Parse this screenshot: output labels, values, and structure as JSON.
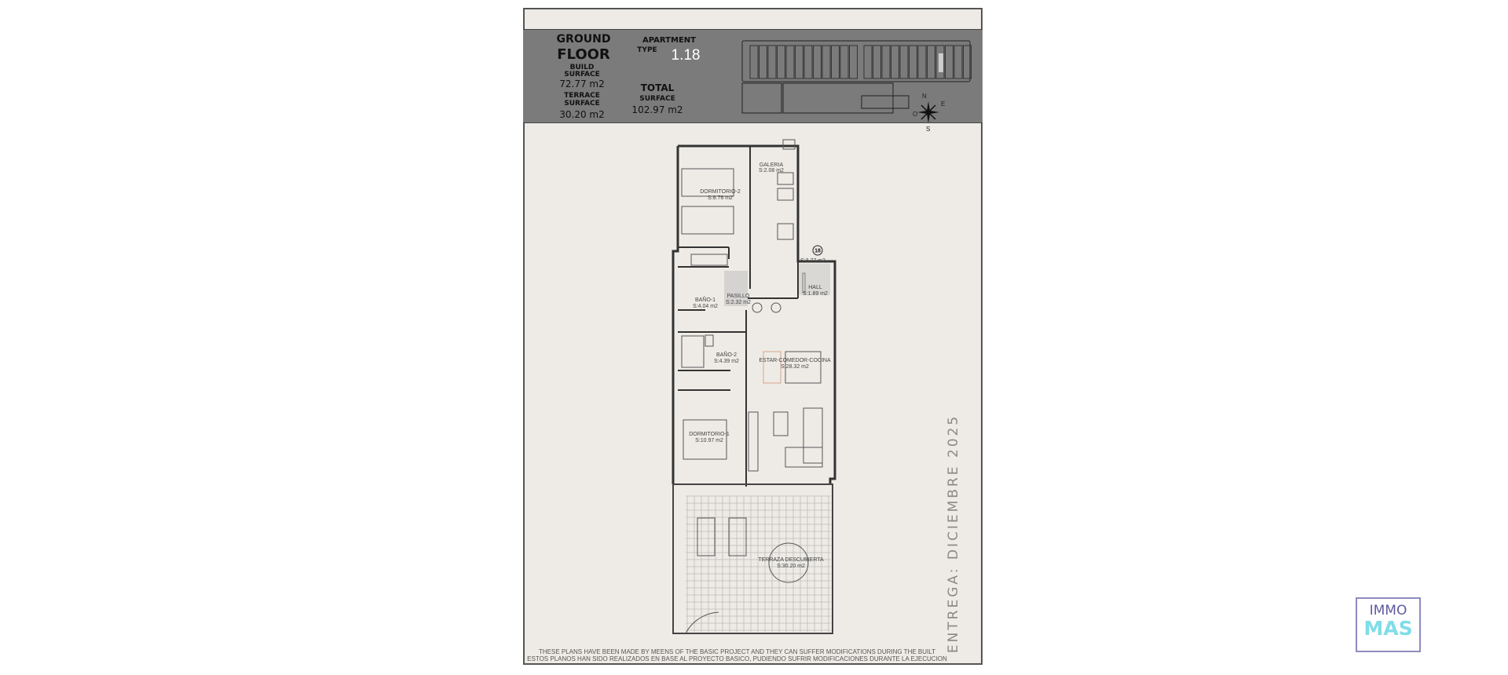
{
  "header": {
    "floor_line1": "GROUND",
    "floor_line2": "FLOOR",
    "build_surface_line1": "BUILD",
    "build_surface_line2": "SURFACE",
    "build_surface_value": "72.77 m2",
    "terrace_surface_line1": "TERRACE",
    "terrace_surface_line2": "SURFACE",
    "terrace_surface_value": "30.20 m2",
    "apartment_label": "APARTMENT",
    "type_label": "TYPE",
    "type_value": "1.18",
    "total_line1": "TOTAL",
    "total_line2": "SURFACE",
    "total_value": "102.97 m2",
    "compass": {
      "n": "N",
      "e": "E",
      "s": "S",
      "o": "O"
    }
  },
  "rooms": {
    "dormitorio2": {
      "name": "DORMITORIO-2",
      "area": "S:8.76 m2"
    },
    "galeria": {
      "name": "GALERIA",
      "area": "S:2.08 m2"
    },
    "unit_number": "18",
    "unit_area": "S:3.77 m2",
    "hall": {
      "name": "HALL",
      "area": "S:1.89 m2"
    },
    "pasillo": {
      "name": "PASILLO",
      "area": "S:2.32 m2"
    },
    "bano1": {
      "name": "BAÑO-1",
      "area": "S:4.04 m2"
    },
    "bano2": {
      "name": "BAÑO-2",
      "area": "S:4.39 m2"
    },
    "estar": {
      "name": "ESTAR-COMEDOR-COCINA",
      "area": "S:28.32 m2"
    },
    "dormitorio1": {
      "name": "DORMITORIO-1",
      "area": "S:10.97 m2"
    },
    "terraza": {
      "name": "TERRAZA DESCUBIERTA",
      "area": "S:30.20 m2"
    }
  },
  "footer": {
    "disclaimer_en": "THESE PLANS HAVE BEEN MADE BY MEENS OF THE BASIC PROJECT AND THEY CAN SUFFER MODIFICATIONS DURING THE BUILT",
    "disclaimer_es": "ESTOS PLANOS HAN SIDO REALIZADOS EN BASE AL PROYECTO BASICO, PUDIENDO SUFRIR MODIFICACIONES DURANTE LA EJECUCION",
    "delivery": "ENTREGA: DICIEMBRE 2025"
  },
  "logo": {
    "line1": "IMMO",
    "line2": "MAS",
    "colors": {
      "border": "#8e8bc0",
      "immo": "#5f5aa0",
      "mas": "#7fdde8"
    }
  },
  "colors": {
    "sheet": "#eeebe6",
    "band": "#7b7b7b",
    "walls": "#333333",
    "highlight_chair": "#d9a58a"
  }
}
